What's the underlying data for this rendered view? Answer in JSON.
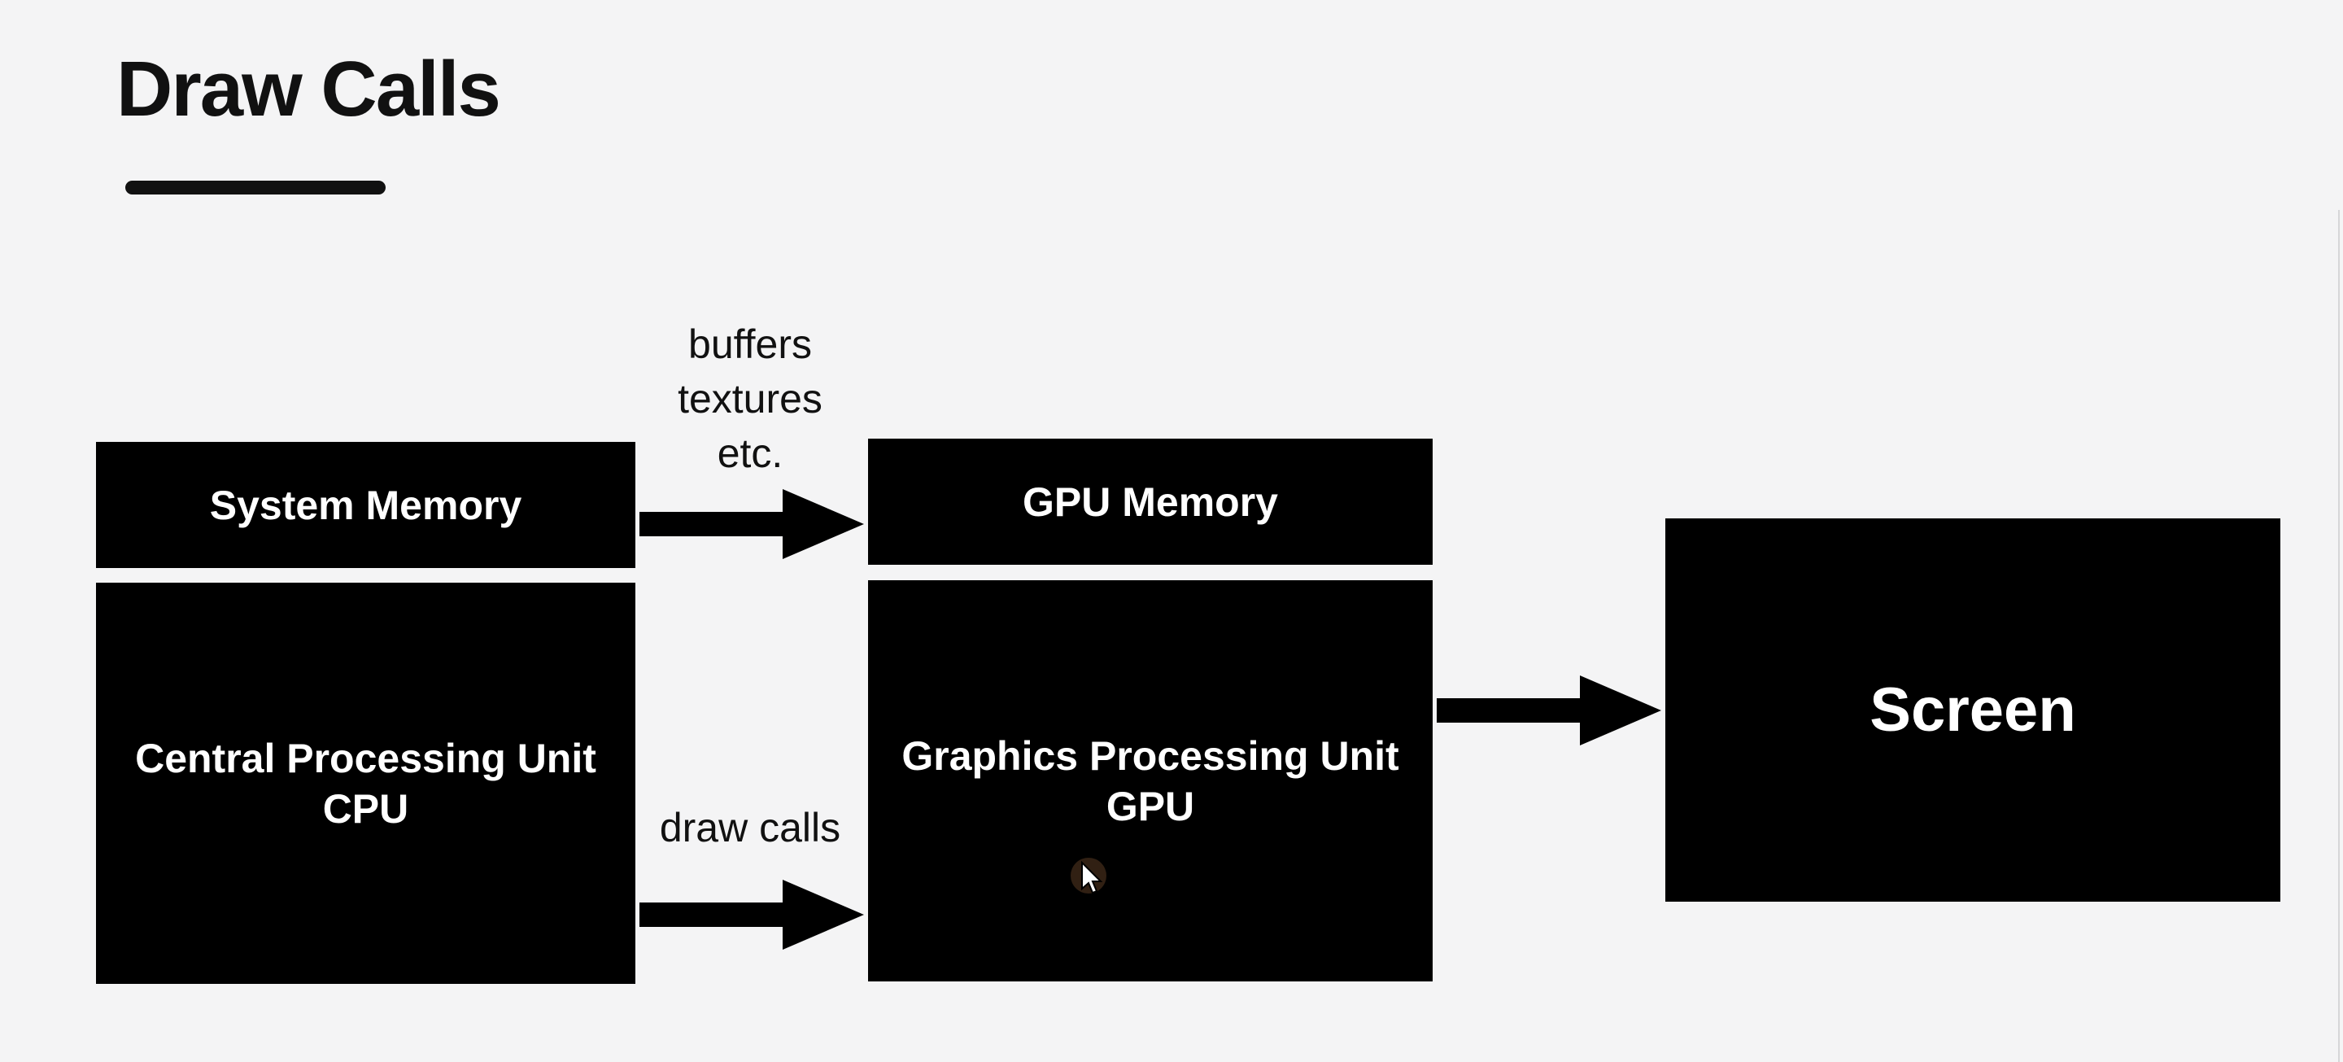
{
  "slide": {
    "title": "Draw Calls"
  },
  "diagram": {
    "nodes": {
      "system_memory": "System Memory",
      "cpu": [
        "Central Processing Unit",
        "CPU"
      ],
      "gpu_memory": "GPU Memory",
      "gpu": [
        "Graphics Processing Unit",
        "GPU"
      ],
      "screen": "Screen"
    },
    "edges": {
      "memory_transfer": [
        "buffers",
        "textures",
        "etc."
      ],
      "draw_calls": "draw calls",
      "gpu_to_screen": ""
    }
  },
  "colors": {
    "background": "#f4f4f5",
    "box_fill": "#000000",
    "box_text": "#ffffff",
    "text": "#111111"
  },
  "icons": {
    "cursor": "mouse-pointer-icon"
  }
}
